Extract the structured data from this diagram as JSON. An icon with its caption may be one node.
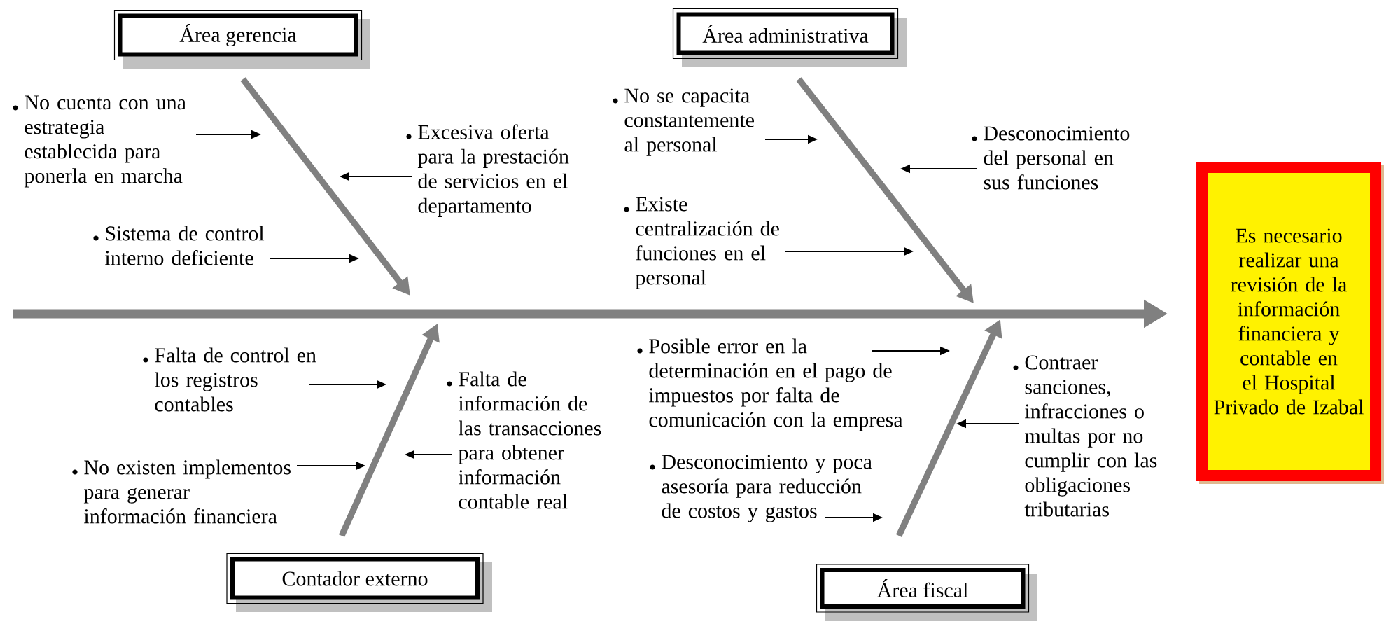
{
  "diagram": {
    "nodes": [
      {
        "text": [
          "Área gerencia"
        ]
      },
      {
        "text": [
          "Área administrativa"
        ]
      },
      {
        "text": [
          "Contador externo"
        ]
      },
      {
        "text": [
          "Área fiscal"
        ]
      },
      {
        "text": [
          "Es necesario realizar una revisión de la información financiera y contable en el Hospital Privado de Izabal"
        ]
      },
      {
        "text": [
          "No cuenta con una estrategia establecida para ponerla en marcha"
        ]
      },
      {
        "text": [
          "Excesiva oferta para la prestación de servicios en el departamento"
        ]
      },
      {
        "text": [
          "Sistema de control interno deficiente"
        ]
      },
      {
        "text": [
          "No se capacita constantemente al personal"
        ]
      },
      {
        "text": [
          "Desconocimiento del personal en sus funciones"
        ]
      },
      {
        "text": [
          "Existe centralización de funciones en el personal"
        ]
      },
      {
        "text": [
          "Falta de control en los registros contables"
        ]
      },
      {
        "text": [
          "Falta de información de las transacciones para obtener información contable real"
        ]
      },
      {
        "text": [
          "No existen implementos para generar información financiera"
        ]
      },
      {
        "text": [
          "Posible error en la determinación en el pago de impuestos por falta de comunicación con la empresa"
        ]
      },
      {
        "text": [
          "Contraer sanciones, infracciones o multas por no cumplir con las obligaciones tributarias"
        ]
      },
      {
        "text": [
          "Desconocimiento y poca asesoría para reducción de costos y gastos"
        ]
      }
    ],
    "edges": [
      {
        "from": 0,
        "to": null,
        "arrow": "to",
        "style": "thick",
        "color": "#808080"
      },
      {
        "from": 1,
        "to": null,
        "arrow": "to",
        "style": "thick",
        "color": "#808080"
      },
      {
        "from": 2,
        "to": null,
        "arrow": "to",
        "style": "thick",
        "color": "#808080"
      },
      {
        "from": 3,
        "to": null,
        "arrow": "to",
        "style": "thick",
        "color": "#808080"
      },
      {
        "from": null,
        "to": 4,
        "arrow": "to",
        "style": "thick",
        "color": "#808080"
      },
      {
        "from": 5,
        "to": null,
        "arrow": "to"
      },
      {
        "from": 6,
        "to": null,
        "arrow": "to"
      },
      {
        "from": 7,
        "to": null,
        "arrow": "to"
      },
      {
        "from": 8,
        "to": null,
        "arrow": "to"
      },
      {
        "from": 9,
        "to": null,
        "arrow": "to"
      },
      {
        "from": 10,
        "to": null,
        "arrow": "to"
      },
      {
        "from": 11,
        "to": null,
        "arrow": "to"
      },
      {
        "from": 12,
        "to": null,
        "arrow": "to"
      },
      {
        "from": 13,
        "to": null,
        "arrow": "to"
      },
      {
        "from": 14,
        "to": null,
        "arrow": "to"
      },
      {
        "from": 15,
        "to": null,
        "arrow": "to"
      },
      {
        "from": 16,
        "to": null,
        "arrow": "to"
      }
    ]
  }
}
